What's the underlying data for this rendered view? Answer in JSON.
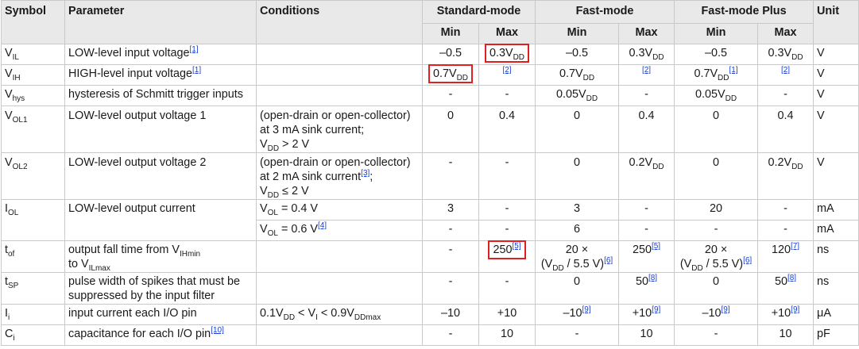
{
  "header": {
    "symbol": "Symbol",
    "parameter": "Parameter",
    "conditions": "Conditions",
    "standard_mode": "Standard-mode",
    "fast_mode": "Fast-mode",
    "fast_mode_plus": "Fast-mode Plus",
    "unit": "Unit",
    "min": "Min",
    "max": "Max"
  },
  "rows": {
    "vil": {
      "sym": "V",
      "sub": "IL",
      "param": "LOW-level input voltage",
      "param_fn": "[1]",
      "cond": "",
      "std_min": "–0.5",
      "std_max": "0.3V",
      "std_max_sub": "DD",
      "fm_min": "–0.5",
      "fm_max": "0.3V",
      "fm_max_sub": "DD",
      "fmp_min": "–0.5",
      "fmp_max": "0.3V",
      "fmp_max_sub": "DD",
      "unit": "V"
    },
    "vih": {
      "sym": "V",
      "sub": "IH",
      "param": "HIGH-level input voltage",
      "param_fn": "[1]",
      "cond": "",
      "std_min": "0.7V",
      "std_min_sub": "DD",
      "std_max_fn": "[2]",
      "fm_min": "0.7V",
      "fm_min_sub": "DD",
      "fm_max_fn": "[2]",
      "fmp_min": "0.7V",
      "fmp_min_sub": "DD",
      "fmp_min_fn": "[1]",
      "fmp_max_fn": "[2]",
      "unit": "V"
    },
    "vhys": {
      "sym": "V",
      "sub": "hys",
      "param": "hysteresis of Schmitt trigger inputs",
      "cond": "",
      "std_min": "-",
      "std_max": "-",
      "fm_min": "0.05V",
      "fm_min_sub": "DD",
      "fm_max": "-",
      "fmp_min": "0.05V",
      "fmp_min_sub": "DD",
      "fmp_max": "-",
      "unit": "V"
    },
    "vol1": {
      "sym": "V",
      "sub": "OL1",
      "param": "LOW-level output voltage 1",
      "cond_l1": "(open-drain or open-collector)",
      "cond_l2": "at 3 mA sink current;",
      "cond_l3": "V",
      "cond_l3_sub": "DD",
      "cond_l3_tail": " > 2 V",
      "std_min": "0",
      "std_max": "0.4",
      "fm_min": "0",
      "fm_max": "0.4",
      "fmp_min": "0",
      "fmp_max": "0.4",
      "unit": "V"
    },
    "vol2": {
      "sym": "V",
      "sub": "OL2",
      "param": "LOW-level output voltage 2",
      "cond_l1": "(open-drain or open-collector)",
      "cond_l2": "at 2 mA sink current",
      "cond_l2_fn": "[3]",
      "cond_l2_tail": ";",
      "cond_l3": "V",
      "cond_l3_sub": "DD",
      "cond_l3_tail": " ≤ 2 V",
      "std_min": "-",
      "std_max": "-",
      "fm_min": "0",
      "fm_max": "0.2V",
      "fm_max_sub": "DD",
      "fmp_min": "0",
      "fmp_max": "0.2V",
      "fmp_max_sub": "DD",
      "unit": "V"
    },
    "iol_a": {
      "sym": "I",
      "sub": "OL",
      "param": "LOW-level output current",
      "cond": "V",
      "cond_sub": "OL",
      "cond_tail": " = 0.4 V",
      "std_min": "3",
      "std_max": "-",
      "fm_min": "3",
      "fm_max": "-",
      "fmp_min": "20",
      "fmp_max": "-",
      "unit": "mA"
    },
    "iol_b": {
      "cond": "V",
      "cond_sub": "OL",
      "cond_tail": " = 0.6 V",
      "cond_fn": "[4]",
      "std_min": "-",
      "std_max": "-",
      "fm_min": "6",
      "fm_max": "-",
      "fmp_min": "-",
      "fmp_max": "-",
      "unit": "mA"
    },
    "tof": {
      "sym": "t",
      "sub": "of",
      "param_l1": "output fall time from V",
      "param_l1_sub": "IHmin",
      "param_l2": "to V",
      "param_l2_sub": "ILmax",
      "cond": "",
      "std_min": "-",
      "std_max": "250",
      "std_max_fn": "[5]",
      "fm_min_l1": "20 ×",
      "fm_min_l2": "(V",
      "fm_min_l2_sub": "DD",
      "fm_min_l2_tail": " / 5.5 V)",
      "fm_min_fn": "[6]",
      "fm_max": "250",
      "fm_max_fn": "[5]",
      "fmp_min_l1": "20 ×",
      "fmp_min_l2": "(V",
      "fmp_min_l2_sub": "DD",
      "fmp_min_l2_tail": " / 5.5 V)",
      "fmp_min_fn": "[6]",
      "fmp_max": "120",
      "fmp_max_fn": "[7]",
      "unit": "ns"
    },
    "tsp": {
      "sym": "t",
      "sub": "SP",
      "param_l1": "pulse width of spikes that must be",
      "param_l2": "suppressed by the input filter",
      "cond": "",
      "std_min": "-",
      "std_max": "-",
      "fm_min": "0",
      "fm_max": "50",
      "fm_max_fn": "[8]",
      "fmp_min": "0",
      "fmp_max": "50",
      "fmp_max_fn": "[8]",
      "unit": "ns"
    },
    "ii": {
      "sym": "I",
      "sub": "i",
      "param": "input current each I/O pin",
      "cond_a": "0.1V",
      "cond_a_sub": "DD",
      "cond_b": " < V",
      "cond_b_sub": "I",
      "cond_c": " < 0.9V",
      "cond_c_sub": "DDmax",
      "std_min": "–10",
      "std_max": "+10",
      "fm_min": "–10",
      "fm_min_fn": "[9]",
      "fm_max": "+10",
      "fm_max_fn": "[9]",
      "fmp_min": "–10",
      "fmp_min_fn": "[9]",
      "fmp_max": "+10",
      "fmp_max_fn": "[9]",
      "unit": "μA"
    },
    "ci": {
      "sym": "C",
      "sub": "i",
      "param": "capacitance for each I/O pin",
      "param_fn": "[10]",
      "cond": "",
      "std_min": "-",
      "std_max": "10",
      "fm_min": "-",
      "fm_max": "10",
      "fmp_min": "-",
      "fmp_max": "10",
      "unit": "pF"
    }
  },
  "colors": {
    "header_bg": "#e9e9e9",
    "border": "#c9c9c9",
    "link": "#1a3fd0",
    "highlight": "#e02020"
  }
}
